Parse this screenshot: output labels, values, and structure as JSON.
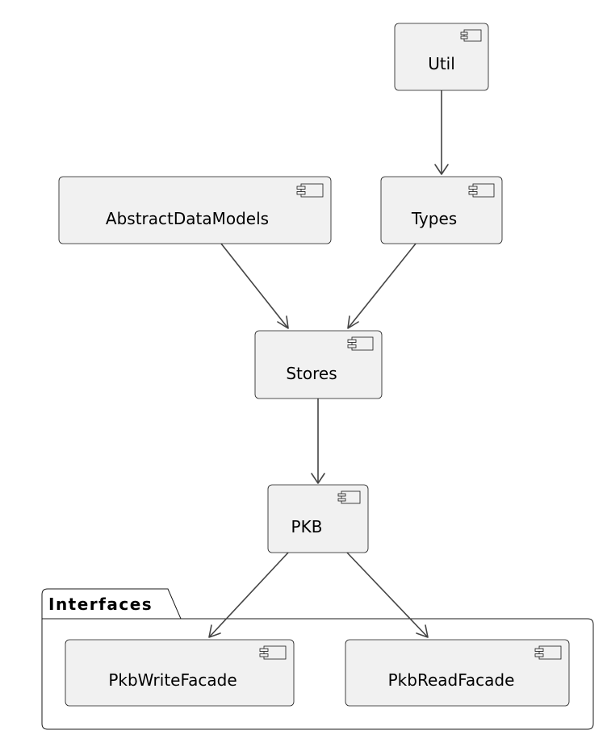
{
  "package": {
    "label": "Interfaces"
  },
  "components": {
    "util": "Util",
    "abstract_data_models": "AbstractDataModels",
    "types": "Types",
    "stores": "Stores",
    "pkb": "PKB",
    "pkb_write_facade": "PkbWriteFacade",
    "pkb_read_facade": "PkbReadFacade"
  },
  "icons": {
    "component": "component-icon"
  },
  "colors": {
    "node_fill": "#f1f1f1",
    "node_border": "#181818",
    "edge": "#444444"
  }
}
